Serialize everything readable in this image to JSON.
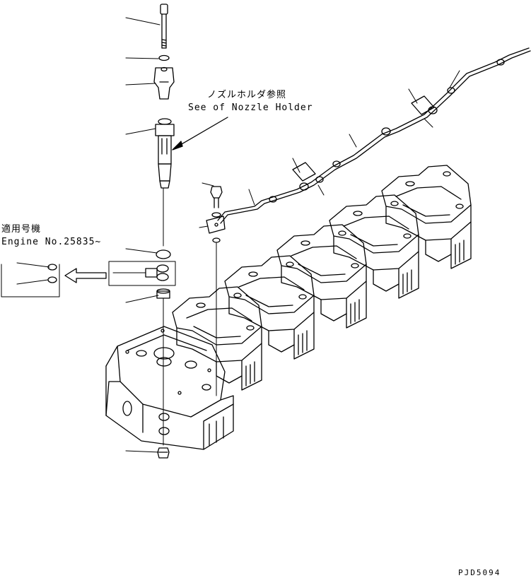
{
  "labels": {
    "reference_note_jp": "ノズルホルダ参照",
    "reference_note_en": "See of Nozzle Holder",
    "applicability_jp": "適用号機",
    "applicability_en": "Engine No.25835~",
    "drawing_code": "PJD5094"
  },
  "colors": {
    "line": "#000000",
    "background": "#ffffff"
  }
}
